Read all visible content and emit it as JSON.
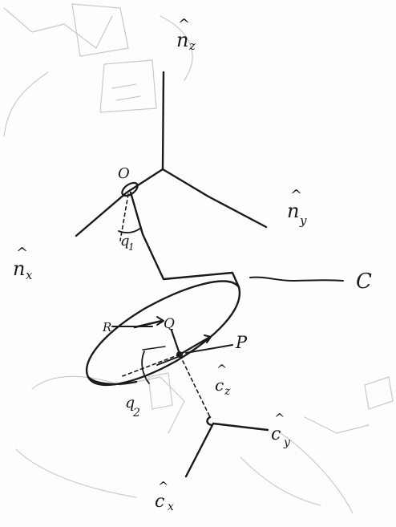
{
  "diagram": {
    "labels": {
      "n_z": {
        "base": "n",
        "sub": "z",
        "hat": "^"
      },
      "n_y": {
        "base": "n",
        "sub": "y",
        "hat": "^"
      },
      "n_x": {
        "base": "n",
        "sub": "x",
        "hat": "^"
      },
      "o_point": "O",
      "q1": {
        "base": "q",
        "sub": "1"
      },
      "body_c": "C",
      "r_point": "R",
      "q_point": "Q",
      "p_point": "P",
      "q2": {
        "base": "q",
        "sub": "2"
      },
      "c_z": {
        "base": "c",
        "sub": "z",
        "hat": "^"
      },
      "c_y": {
        "base": "c",
        "sub": "y",
        "hat": "^"
      },
      "c_x": {
        "base": "c",
        "sub": "x",
        "hat": "^"
      }
    },
    "colors": {
      "ink": "#1a1a1a",
      "ghost": "#c9c9c9",
      "paper": "#fdfdfc"
    }
  }
}
